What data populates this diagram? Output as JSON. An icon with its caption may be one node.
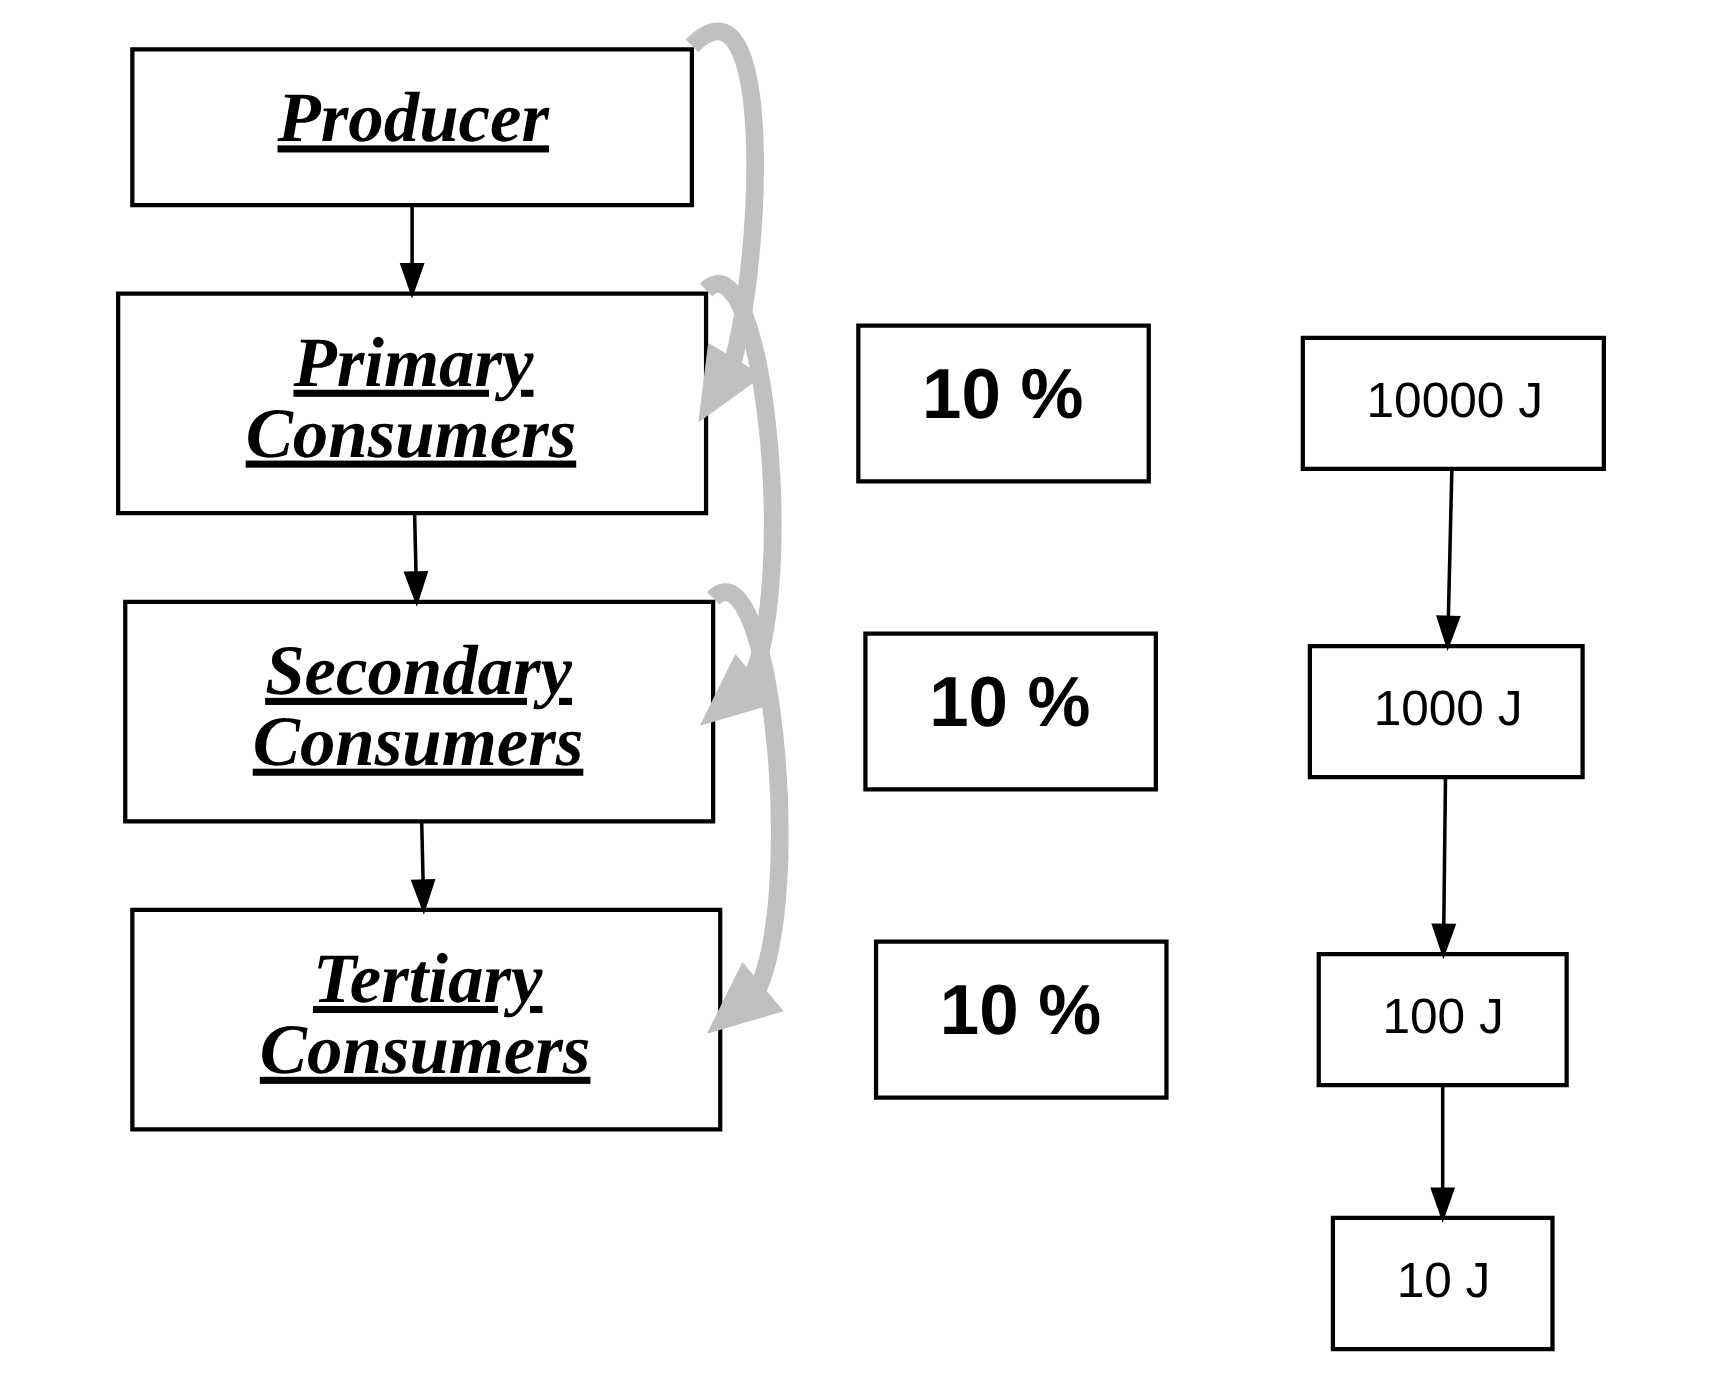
{
  "diagram": {
    "nodes": [
      {
        "text": [
          "Producer"
        ]
      },
      {
        "text": [
          "Primary Consumers"
        ]
      },
      {
        "text": [
          "Secondary Consumers"
        ]
      },
      {
        "text": [
          "Tertiary Consumers"
        ]
      },
      {
        "text": [
          "10 %"
        ]
      },
      {
        "text": [
          "10 %"
        ]
      },
      {
        "text": [
          "10 %"
        ]
      },
      {
        "text": [
          "10000 J"
        ]
      },
      {
        "text": [
          "1000 J"
        ]
      },
      {
        "text": [
          "100 J"
        ]
      },
      {
        "text": [
          "10 J"
        ]
      }
    ],
    "edges": [
      {
        "from": 0,
        "to": 1,
        "arrow": "to"
      },
      {
        "from": 1,
        "to": 2,
        "arrow": "to"
      },
      {
        "from": 2,
        "to": 3,
        "arrow": "to"
      },
      {
        "from": 0,
        "to": 1,
        "arrow": "to",
        "style": "thick",
        "color": "#c0c0c0"
      },
      {
        "from": 1,
        "to": 2,
        "arrow": "to",
        "style": "thick",
        "color": "#c0c0c0"
      },
      {
        "from": 2,
        "to": 3,
        "arrow": "to",
        "style": "thick",
        "color": "#c0c0c0"
      },
      {
        "from": 7,
        "to": 8,
        "arrow": "to"
      },
      {
        "from": 8,
        "to": 9,
        "arrow": "to"
      },
      {
        "from": 9,
        "to": 10,
        "arrow": "to"
      }
    ]
  }
}
